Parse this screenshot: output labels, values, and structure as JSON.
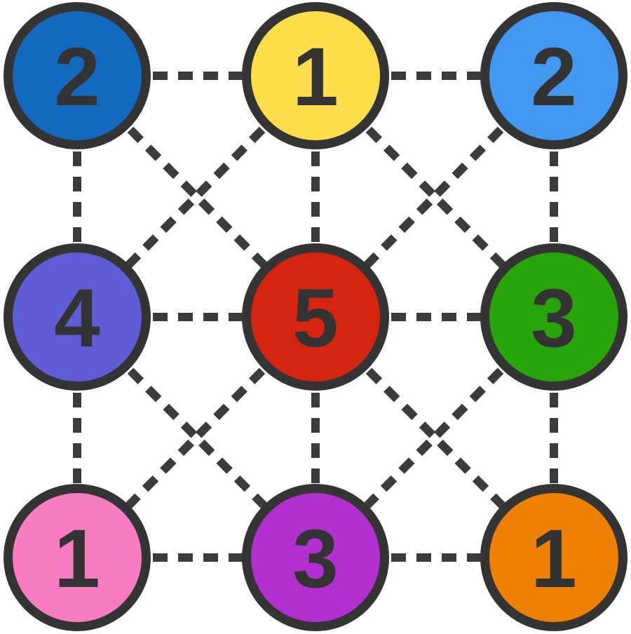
{
  "board": {
    "background_color": "#ffffff",
    "edge_color": "#3b3b3b",
    "edge_style": "dashed",
    "node_border_color": "#343434",
    "number_color": "#333333",
    "grid": {
      "rows": 3,
      "cols": 3
    },
    "nodes": [
      {
        "id": "n0",
        "row": 0,
        "col": 0,
        "value": "2",
        "color": "#1269be",
        "color_name": "blue"
      },
      {
        "id": "n1",
        "row": 0,
        "col": 1,
        "value": "1",
        "color": "#fedd4b",
        "color_name": "yellow"
      },
      {
        "id": "n2",
        "row": 0,
        "col": 2,
        "value": "2",
        "color": "#4297f0",
        "color_name": "light-blue"
      },
      {
        "id": "n3",
        "row": 1,
        "col": 0,
        "value": "4",
        "color": "#5f5cd6",
        "color_name": "slate-purple"
      },
      {
        "id": "n4",
        "row": 1,
        "col": 1,
        "value": "5",
        "color": "#d52410",
        "color_name": "red"
      },
      {
        "id": "n5",
        "row": 1,
        "col": 2,
        "value": "3",
        "color": "#29a50c",
        "color_name": "green"
      },
      {
        "id": "n6",
        "row": 2,
        "col": 0,
        "value": "1",
        "color": "#f87cc1",
        "color_name": "pink"
      },
      {
        "id": "n7",
        "row": 2,
        "col": 1,
        "value": "3",
        "color": "#b22fd0",
        "color_name": "magenta"
      },
      {
        "id": "n8",
        "row": 2,
        "col": 2,
        "value": "1",
        "color": "#ee8103",
        "color_name": "orange"
      }
    ],
    "edges": [
      [
        "n0",
        "n1"
      ],
      [
        "n1",
        "n2"
      ],
      [
        "n3",
        "n4"
      ],
      [
        "n4",
        "n5"
      ],
      [
        "n6",
        "n7"
      ],
      [
        "n7",
        "n8"
      ],
      [
        "n0",
        "n3"
      ],
      [
        "n3",
        "n6"
      ],
      [
        "n1",
        "n4"
      ],
      [
        "n4",
        "n7"
      ],
      [
        "n2",
        "n5"
      ],
      [
        "n5",
        "n8"
      ],
      [
        "n0",
        "n4"
      ],
      [
        "n1",
        "n3"
      ],
      [
        "n1",
        "n5"
      ],
      [
        "n2",
        "n4"
      ],
      [
        "n3",
        "n7"
      ],
      [
        "n4",
        "n6"
      ],
      [
        "n4",
        "n8"
      ],
      [
        "n5",
        "n7"
      ]
    ]
  }
}
